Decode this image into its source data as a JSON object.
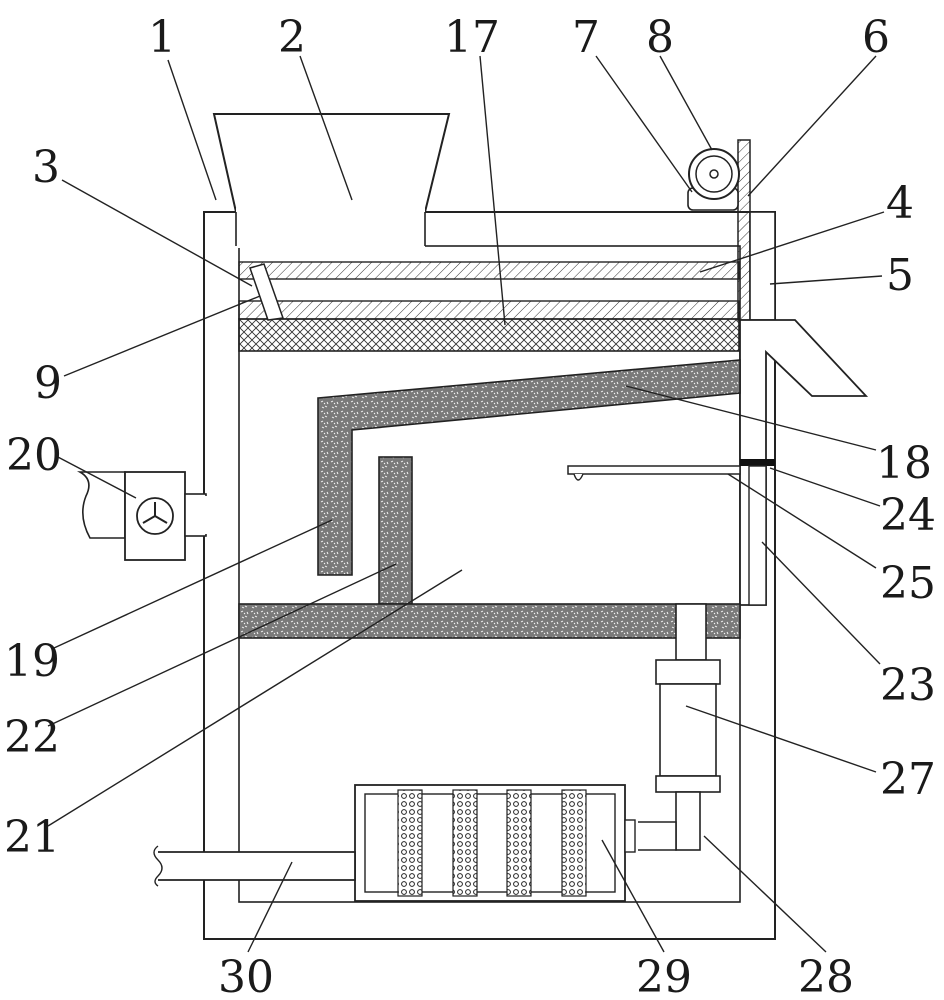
{
  "figure": {
    "labels": [
      {
        "id": "label-1",
        "text": "1"
      },
      {
        "id": "label-2",
        "text": "2"
      },
      {
        "id": "label-17",
        "text": "17"
      },
      {
        "id": "label-7",
        "text": "7"
      },
      {
        "id": "label-8",
        "text": "8"
      },
      {
        "id": "label-6",
        "text": "6"
      },
      {
        "id": "label-3",
        "text": "3"
      },
      {
        "id": "label-4",
        "text": "4"
      },
      {
        "id": "label-5",
        "text": "5"
      },
      {
        "id": "label-9",
        "text": "9"
      },
      {
        "id": "label-20",
        "text": "20"
      },
      {
        "id": "label-18",
        "text": "18"
      },
      {
        "id": "label-24",
        "text": "24"
      },
      {
        "id": "label-19",
        "text": "19"
      },
      {
        "id": "label-25",
        "text": "25"
      },
      {
        "id": "label-22",
        "text": "22"
      },
      {
        "id": "label-23",
        "text": "23"
      },
      {
        "id": "label-27",
        "text": "27"
      },
      {
        "id": "label-21",
        "text": "21"
      },
      {
        "id": "label-30",
        "text": "30"
      },
      {
        "id": "label-29",
        "text": "29"
      },
      {
        "id": "label-28",
        "text": "28"
      }
    ]
  },
  "colors": {
    "line": "#222222",
    "background": "#ffffff"
  }
}
